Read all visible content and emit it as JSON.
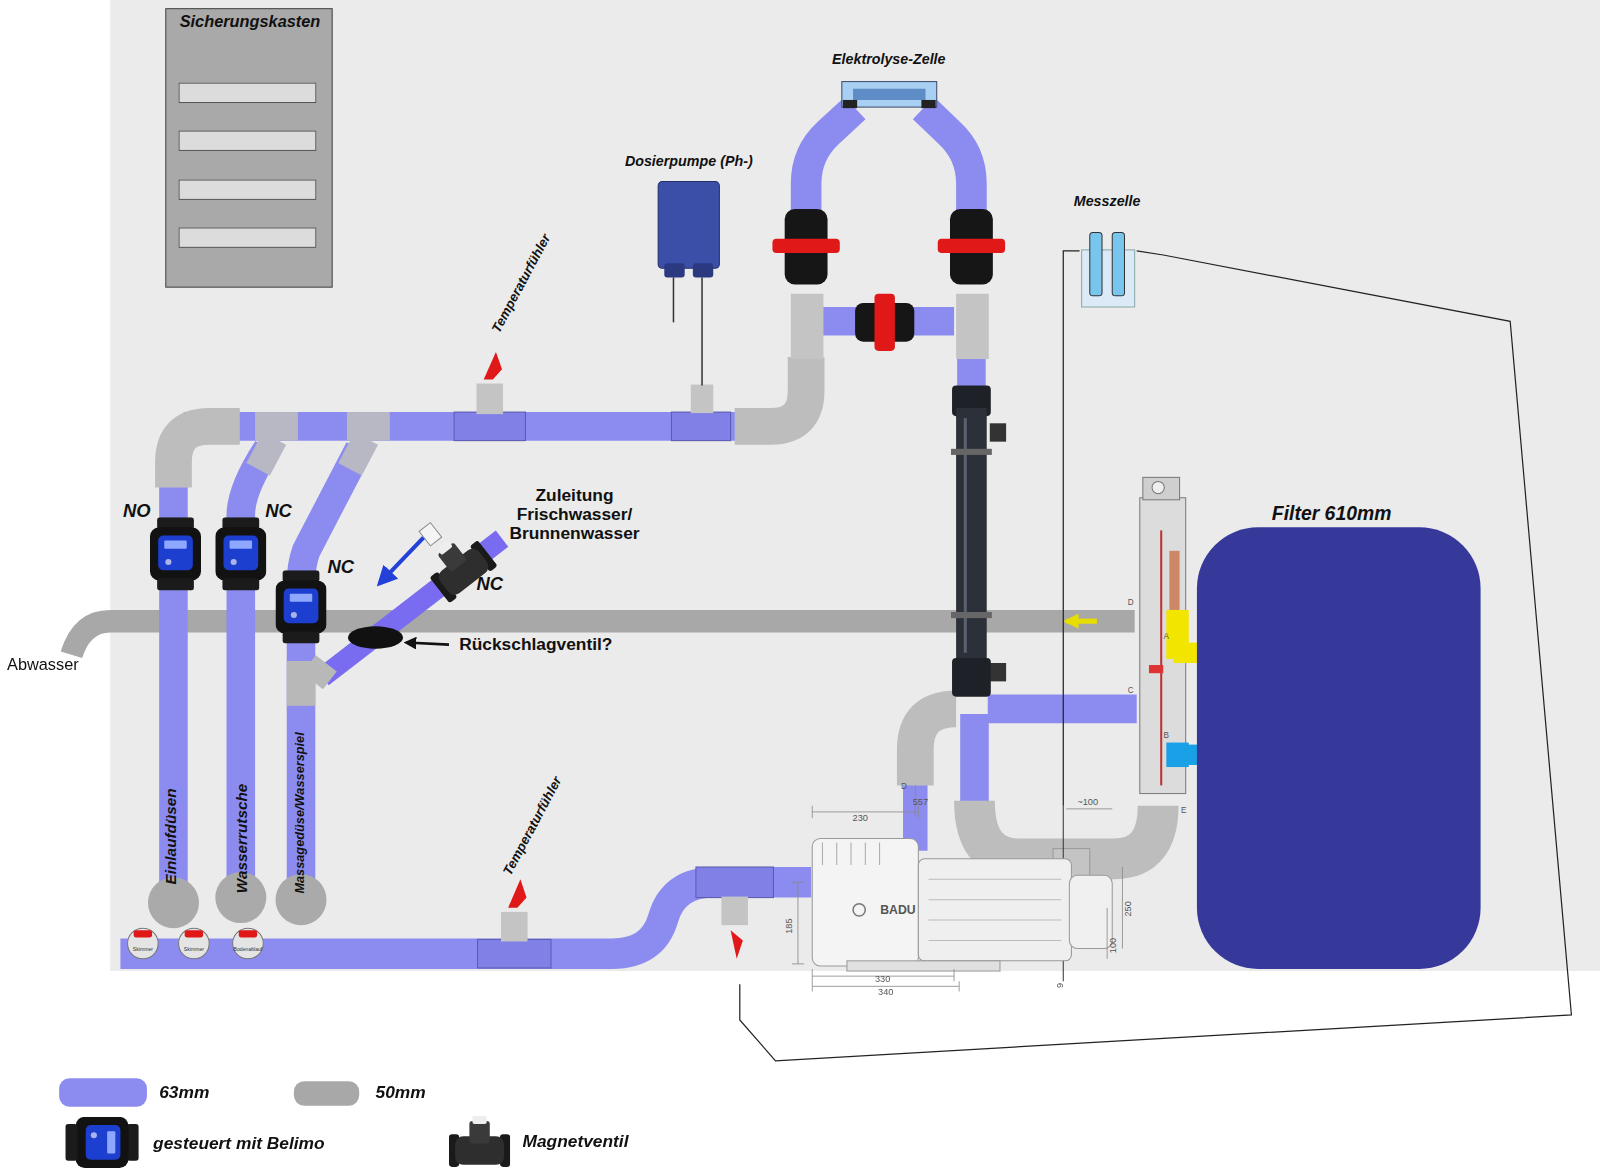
{
  "diagram": {
    "nodes": [
      {
        "text": [
          "Sicherungskasten"
        ]
      },
      {
        "text": [
          "Elektrolyse-Zelle"
        ]
      },
      {
        "text": [
          "Dosierpumpe (Ph-)"
        ]
      },
      {
        "text": [
          "Messzelle"
        ]
      },
      {
        "text": [
          "Temperaturfühler"
        ]
      },
      {
        "text": [
          "Temperaturfühler"
        ]
      },
      {
        "text": [
          "NO"
        ]
      },
      {
        "text": [
          "NC"
        ]
      },
      {
        "text": [
          "NC"
        ]
      },
      {
        "text": [
          "NC"
        ]
      },
      {
        "text": [
          "Filter 610mm"
        ]
      },
      {
        "text": [
          "BADU"
        ]
      },
      {
        "text": [
          "Skimmer"
        ]
      },
      {
        "text": [
          "Skimmer"
        ]
      },
      {
        "text": [
          "Bodenablauf"
        ]
      }
    ],
    "edges": [
      {
        "from": 3,
        "to": 11,
        "arrow": "none"
      },
      {
        "from": 3,
        "to": 11,
        "arrow": "none"
      }
    ],
    "labels": [
      "Zuleitung Frischwasser/ Brunnenwasser",
      "Rückschlagventil?",
      "Abwasser",
      "Einlaufdüsen",
      "Wasserrutsche",
      "Massagedüse/Wasserspiel",
      "230",
      "557",
      "~100",
      "185",
      "330",
      "340",
      "250",
      "100",
      "9",
      "D",
      "A",
      "C",
      "B",
      "E",
      "D"
    ],
    "legend": [
      {
        "text": "63mm",
        "color": "#8c8cf0"
      },
      {
        "text": "50mm",
        "color": "#a8a8a8"
      },
      {
        "text": "gesteuert mit Belimo"
      },
      {
        "text": "Magnetventil"
      }
    ]
  }
}
